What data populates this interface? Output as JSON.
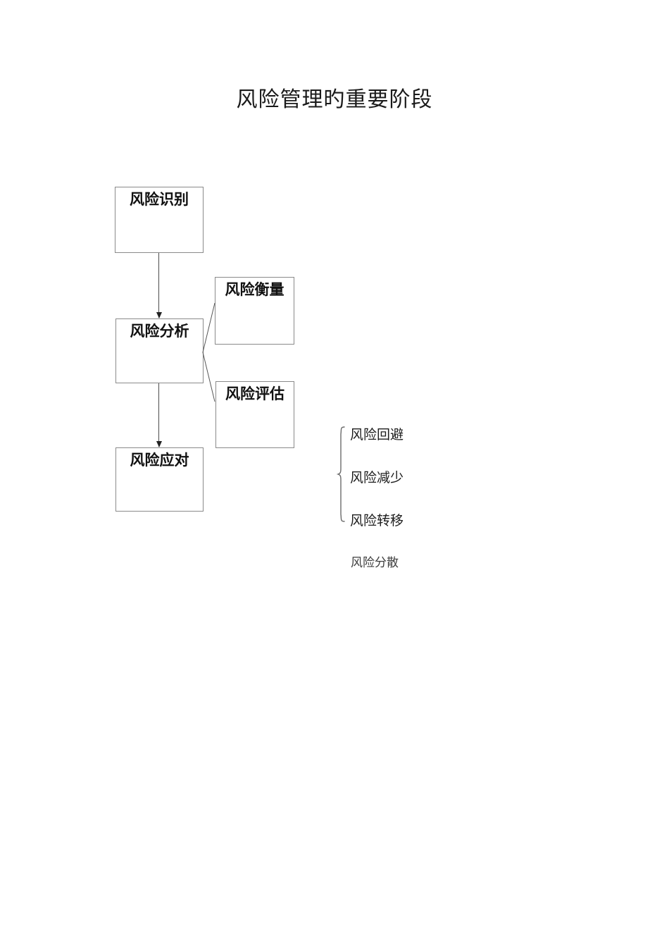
{
  "document": {
    "title": "风险管理旳重要阶段"
  },
  "diagram": {
    "type": "flowchart",
    "main_stages": [
      {
        "id": "identify",
        "label": "风险识别"
      },
      {
        "id": "analyze",
        "label": "风险分析"
      },
      {
        "id": "respond",
        "label": "风险应对"
      }
    ],
    "analysis_branches": [
      {
        "id": "measure",
        "label": "风险衡量"
      },
      {
        "id": "evaluate",
        "label": "风险评估"
      }
    ],
    "response_options": [
      {
        "id": "avoid",
        "label": "风险回避"
      },
      {
        "id": "reduce",
        "label": "风险减少"
      },
      {
        "id": "transfer",
        "label": "风险转移"
      },
      {
        "id": "disperse",
        "label": "风险分散"
      }
    ],
    "connectors": {
      "identify_to_analyze": "downward-arrow",
      "analyze_to_respond": "downward-arrow",
      "analyze_to_branches": "fork-lines",
      "options_brace": "right-pointing-curly-brace"
    },
    "colors": {
      "box_border": "#8a8a8a",
      "text": "#111111",
      "connector": "#4d4d4d",
      "background": "#ffffff"
    }
  }
}
